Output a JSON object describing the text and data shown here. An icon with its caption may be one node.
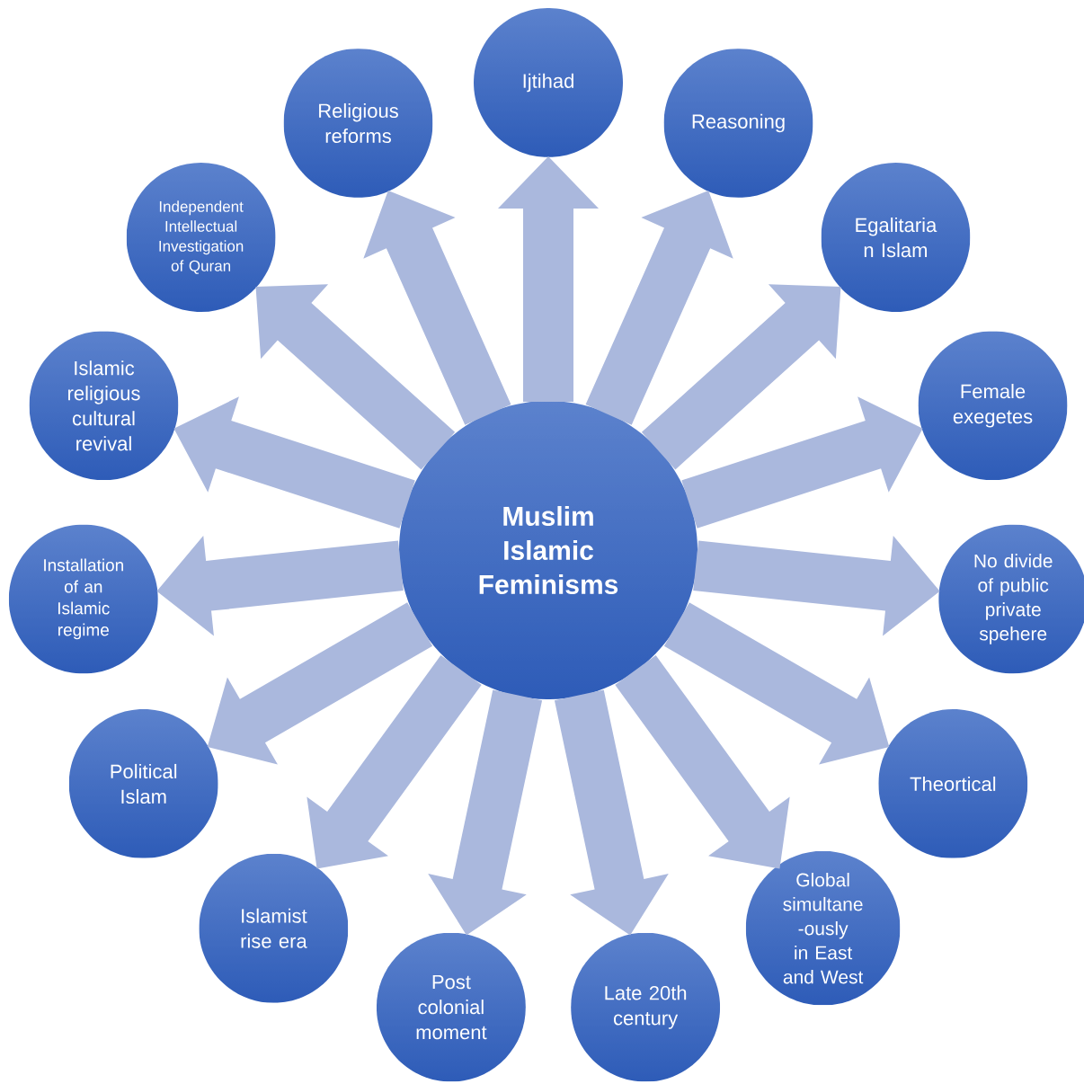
{
  "diagram": {
    "nodes": [
      {
        "text": [
          "Muslim Islamic Feminisms"
        ]
      },
      {
        "text": [
          "Ijtihad"
        ]
      },
      {
        "text": [
          "Reasoning"
        ]
      },
      {
        "text": [
          "Egalitaria n Islam"
        ]
      },
      {
        "text": [
          "Female exegetes"
        ]
      },
      {
        "text": [
          "No divide of public private spehere"
        ]
      },
      {
        "text": [
          "Theortical"
        ]
      },
      {
        "text": [
          "Global simultane -ously in East and West"
        ]
      },
      {
        "text": [
          "Late 20th century"
        ]
      },
      {
        "text": [
          "Post colonial moment"
        ]
      },
      {
        "text": [
          "Islamist rise era"
        ]
      },
      {
        "text": [
          "Political Islam"
        ]
      },
      {
        "text": [
          "Installation of an Islamic regime"
        ]
      },
      {
        "text": [
          "Islamic religious cultural revival"
        ]
      },
      {
        "text": [
          "Independent Intellectual Investigation of Quran"
        ]
      },
      {
        "text": [
          "Religious reforms"
        ]
      }
    ],
    "edges": [
      {
        "from": 0,
        "to": 1,
        "arrow": "to"
      },
      {
        "from": 0,
        "to": 2,
        "arrow": "to"
      },
      {
        "from": 0,
        "to": 3,
        "arrow": "to"
      },
      {
        "from": 0,
        "to": 4,
        "arrow": "to"
      },
      {
        "from": 0,
        "to": 5,
        "arrow": "to"
      },
      {
        "from": 0,
        "to": 6,
        "arrow": "to"
      },
      {
        "from": 0,
        "to": 7,
        "arrow": "to"
      },
      {
        "from": 0,
        "to": 8,
        "arrow": "to"
      },
      {
        "from": 0,
        "to": 9,
        "arrow": "to"
      },
      {
        "from": 0,
        "to": 10,
        "arrow": "to"
      },
      {
        "from": 0,
        "to": 11,
        "arrow": "to"
      },
      {
        "from": 0,
        "to": 12,
        "arrow": "to"
      },
      {
        "from": 0,
        "to": 13,
        "arrow": "to"
      },
      {
        "from": 0,
        "to": 14,
        "arrow": "to"
      },
      {
        "from": 0,
        "to": 15,
        "arrow": "to"
      }
    ]
  }
}
